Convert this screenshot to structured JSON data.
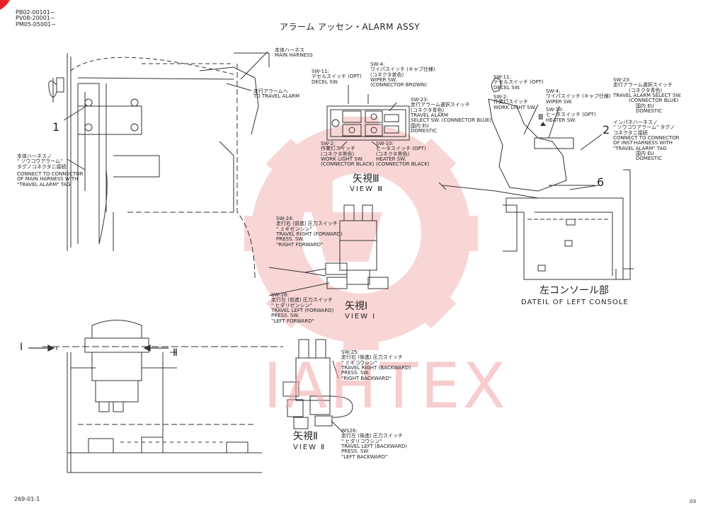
{
  "header": {
    "codes": [
      "PB02-00101~",
      "PV08-20001~",
      "PM05-05001~"
    ],
    "title": "アラーム アッセン・ALARM ASSY"
  },
  "footer": {
    "page_ref": "269-01-1",
    "page_num": "03"
  },
  "watermark": {
    "text": "IAHTEX",
    "color": "#f2a5a5"
  },
  "colors": {
    "corner_mark": "#e8202a",
    "line": "#333333"
  },
  "labels": {
    "main_harness": [
      "本体ハーネス",
      "MAIN HARNESS"
    ],
    "to_travel_alarm": [
      "走行アラームへ",
      "TO TRAVEL ALARM"
    ],
    "connect_main": [
      "本体ハーネスノ",
      "\" ソウコウアラーム\"",
      "タグノコネクタニ接続",
      "CONNECT TO CONNECTOR",
      "OF MAIN HARNESS WITH",
      "\"TRAVEL ALARM\" TAG"
    ],
    "item1": "1",
    "item2": "2",
    "item6": "6",
    "vc_sw11": [
      "SW-11:",
      "デセルスイッチ (OPT)",
      "DECEL SW."
    ],
    "vc_sw4": [
      "SW-4:",
      "ワイパスイッチ (キャブ仕様)",
      "(コネクタ茶色)",
      "WIPER SW.",
      "(CONNECTOR BROWN)"
    ],
    "vc_sw23": [
      "SW-23:",
      "走行アラーム選択スイッチ",
      "(コネクタ青色)",
      "TRAVEL ALARM",
      "SELECT SW. (CONNECTOR BLUE)",
      "国内 EU",
      "DOMESTIC"
    ],
    "vc_sw2": [
      "SW-2:",
      "作業灯スイッチ",
      "(コネクタ黒色)",
      "WORK LIGHT SW.",
      "(CONNECTOR BLACK)"
    ],
    "vc_sw10": [
      "SW-10:",
      "ヒータスイッチ (OPT)",
      "(コネクタ黒色)",
      "HEATER SW.",
      "(CONNECTOR BLACK)"
    ],
    "view3": [
      "矢視Ⅲ",
      "VIEW Ⅲ"
    ],
    "sw24": [
      "SW-24:",
      "走行右 (前進) 圧力スイッチ",
      "\" ミギゼンシン\"",
      "TRAVEL RIGHT (FORWARD)",
      "PRESS. SW.",
      "\"RIGHT FORWARD\""
    ],
    "sw26": [
      "SW-26:",
      "走行左 (前進) 圧力スイッチ",
      "\" ヒダリゼンシン\"",
      "TRAVEL LEFT (FORWARD)",
      "PRESS. SW.",
      "\"LEFT FORWARD\""
    ],
    "view1": [
      "矢視Ⅰ",
      "VIEW Ⅰ"
    ],
    "sw25": [
      "SW-25:",
      "走行右 (後進) 圧力スイッチ",
      "\" ミギコウシン\"",
      "TRAVEL RIGHT (BACKWARD)",
      "PRESS. SW.",
      "\"RIGHT BACKWARD\""
    ],
    "ws26": [
      "WS26:",
      "走行左 (後進) 圧力スイッチ",
      "\" ヒダリコウシン\"",
      "TRAVEL LEFT (BACKWARD)",
      "PRESS. SW.",
      "\"LEFT BACKWARD\""
    ],
    "view2": [
      "矢視Ⅱ",
      "VIEW Ⅱ"
    ],
    "arrow_i": "Ⅰ",
    "arrow_ii": "Ⅱ",
    "arrow_iii": "Ⅲ",
    "rc_sw11": [
      "SW-11:",
      "デセルスイッチ (OPT)",
      "DECEL SW."
    ],
    "rc_sw2": [
      "SW-2:",
      "作業灯スイッチ",
      "WORK LIGHT SW."
    ],
    "rc_sw4": [
      "SW-4:",
      "ワイパスイッチ (キャブ仕様)",
      "WIPER SW."
    ],
    "rc_sw10": [
      "SW-10:",
      "ヒータスイッチ (OPT)",
      "HEATER SW."
    ],
    "rc_sw23": [
      "SW-23:",
      "走行アラーム選択スイッチ",
      "(コネクタ青色)",
      "TRAVEL ALARM SELECT SW.",
      "(CONNECTOR BLUE)",
      "国内 EU",
      "DOMESTIC"
    ],
    "inst_harness": [
      "インパネハーネスノ",
      "\" ソウコウアラーム\" タグノ",
      "コネクタニ接続",
      "CONNECT TO CONNECTOR",
      "OF INST-HARNESS WITH",
      "\"TRAVEL ALARM\" TAG",
      "国内 EU",
      "DOMESTIC"
    ],
    "left_console": [
      "左コンソール部",
      "DATEIL OF LEFT CONSOLE"
    ]
  }
}
